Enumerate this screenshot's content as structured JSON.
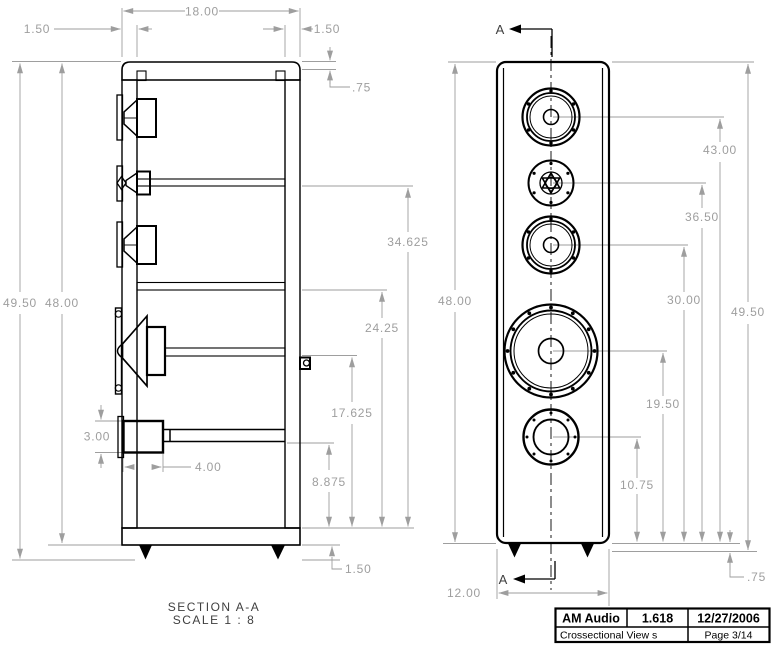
{
  "section_view": {
    "label": "SECTION A-A",
    "scale": "SCALE 1 : 8",
    "dims": {
      "overall_width": "18.00",
      "front_wall": "1.50",
      "back_wall": "1.50",
      "top_lip": ".75",
      "total_height": "49.50",
      "body_height": "48.00",
      "brace_top": "34.625",
      "brace_mid": "24.25",
      "brace_woofer": "17.625",
      "brace_port": "8.875",
      "port_height": "3.00",
      "port_depth": "4.00",
      "base_height": "1.50"
    }
  },
  "front_view": {
    "cut_label_top": "A",
    "cut_label_bottom": "A",
    "dims": {
      "body_height": "48.00",
      "total_height": "49.50",
      "driver1_center": "43.00",
      "driver2_center": "36.50",
      "driver3_center": "30.00",
      "driver4_center": "19.50",
      "driver5_center": "10.75",
      "width": "12.00",
      "spike_height": ".75"
    }
  },
  "title_block": {
    "company": "AM Audio",
    "revision": "1.618",
    "date": "12/27/2006",
    "description": "Crossectional View s",
    "page": "Page 3/14"
  },
  "colors": {
    "geometry": "#000000",
    "dimension": "#9e9e9e"
  }
}
